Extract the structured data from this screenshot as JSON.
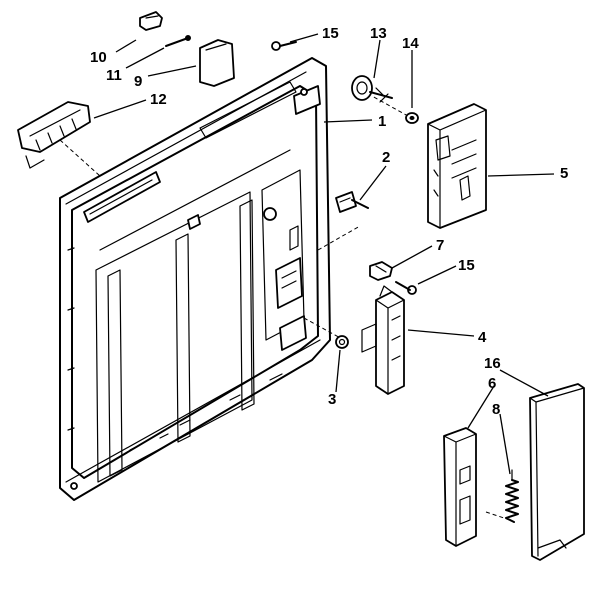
{
  "colors": {
    "ink": "#000000",
    "paper": "#ffffff"
  },
  "callouts": [
    {
      "id": "c10",
      "text": "10"
    },
    {
      "id": "c11",
      "text": "11"
    },
    {
      "id": "c9",
      "text": "9"
    },
    {
      "id": "c12",
      "text": "12"
    },
    {
      "id": "c15a",
      "text": "15"
    },
    {
      "id": "c13",
      "text": "13"
    },
    {
      "id": "c14",
      "text": "14"
    },
    {
      "id": "c1",
      "text": "1"
    },
    {
      "id": "c2",
      "text": "2"
    },
    {
      "id": "c5",
      "text": "5"
    },
    {
      "id": "c7",
      "text": "7"
    },
    {
      "id": "c15b",
      "text": "15"
    },
    {
      "id": "c4",
      "text": "4"
    },
    {
      "id": "c3",
      "text": "3"
    },
    {
      "id": "c16",
      "text": "16"
    },
    {
      "id": "c6",
      "text": "6"
    },
    {
      "id": "c8",
      "text": "8"
    }
  ]
}
